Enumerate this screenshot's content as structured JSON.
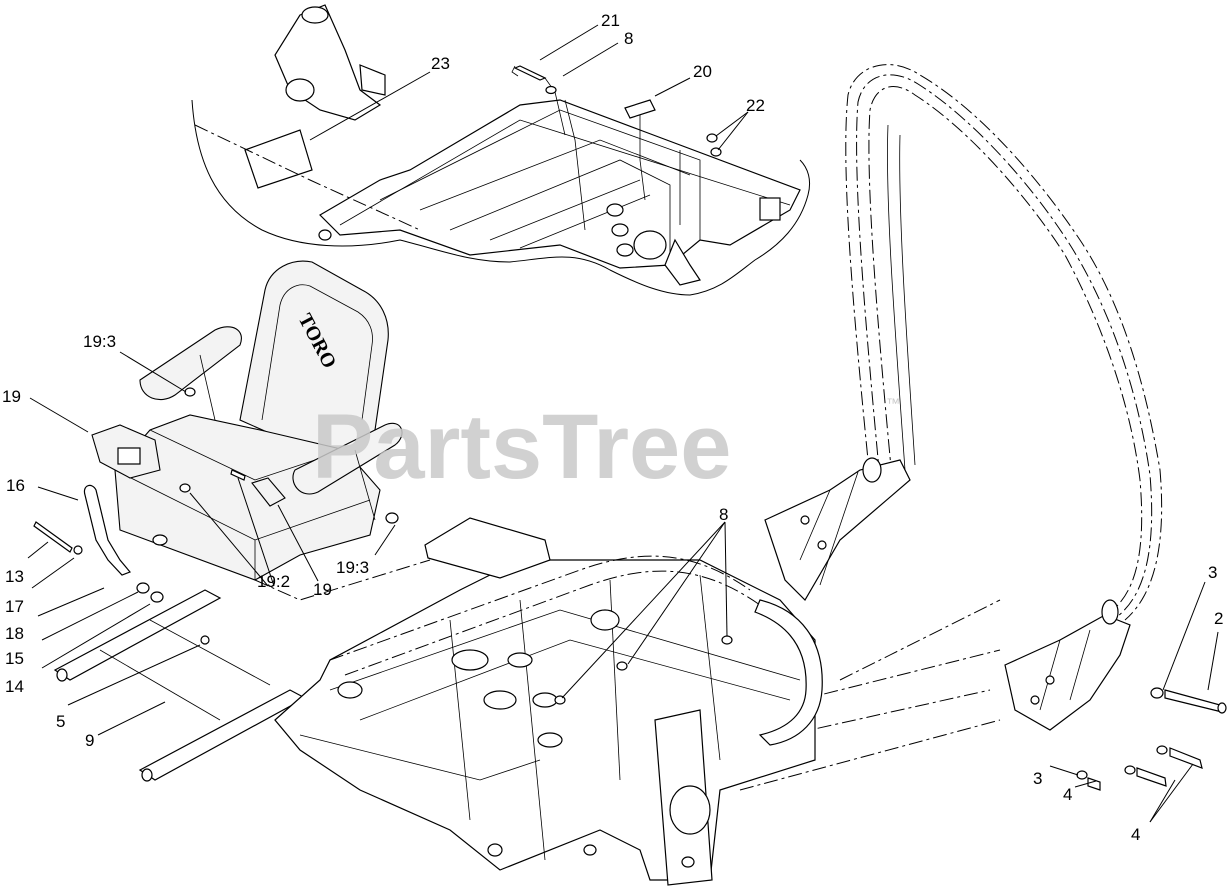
{
  "watermark": {
    "text": "PartsTree",
    "trademark": "™"
  },
  "seat_logo": "TORO",
  "callouts": {
    "c21": "21",
    "c8a": "8",
    "c20": "20",
    "c22": "22",
    "c23": "23",
    "c19_3a": "19:3",
    "c19": "19",
    "c16": "16",
    "c13": "13",
    "c17": "17",
    "c18": "18",
    "c15": "15",
    "c14": "14",
    "c5": "5",
    "c9": "9",
    "c19_2": "19:2",
    "c19b": "19",
    "c19_3b": "19:3",
    "c8b": "8",
    "c3a": "3",
    "c2": "2",
    "c3b": "3",
    "c4a": "4",
    "c4b": "4"
  }
}
